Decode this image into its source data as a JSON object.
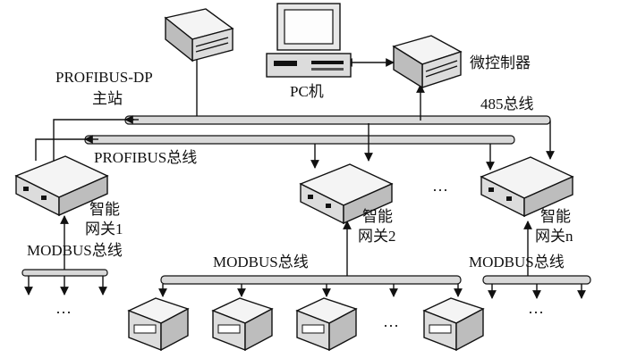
{
  "labels": {
    "profibus_master": "PROFIBUS-DP",
    "profibus_master_sub": "主站",
    "pc": "PC机",
    "microcontroller": "微控制器",
    "bus_485": "485总线",
    "profibus_bus": "PROFIBUS总线",
    "gateway1_line1": "智能",
    "gateway1_line2": "网关1",
    "gateway2_line1": "智能",
    "gateway2_line2": "网关2",
    "gatewayn_line1": "智能",
    "gatewayn_line2": "网关n",
    "modbus_left": "MODBUS总线",
    "modbus_center": "MODBUS总线",
    "modbus_right": "MODBUS总线",
    "ellipsis": "···"
  },
  "icons": {
    "master": "profibus-master-device-icon",
    "pc": "pc-computer-icon",
    "micro": "microcontroller-device-icon",
    "gateway": "smart-gateway-device-icon",
    "slave": "modbus-slave-device-icon"
  }
}
